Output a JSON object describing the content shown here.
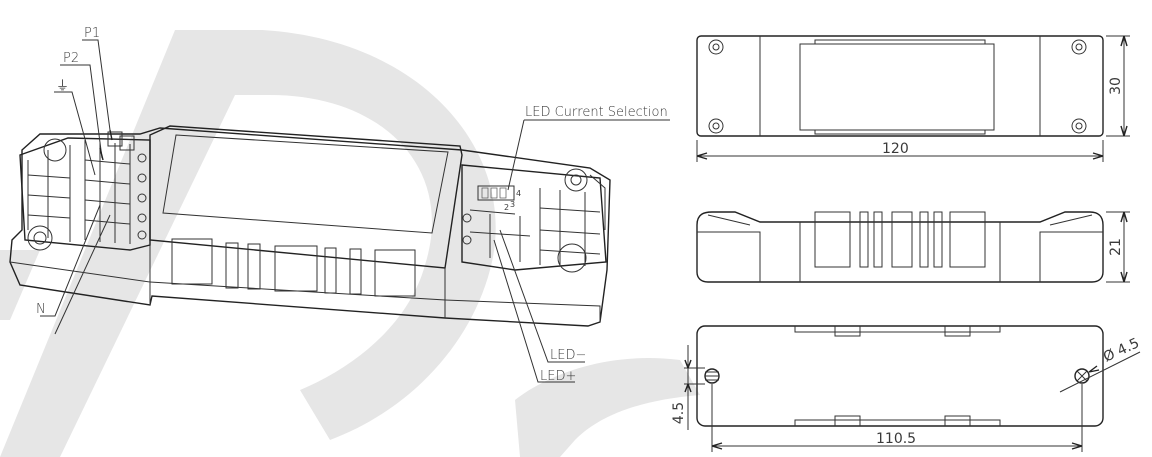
{
  "watermark_color": "#e6e6e6",
  "line_color": "#333333",
  "terminal_labels": {
    "p1": "P1",
    "p2": "P2",
    "earth": "⏚",
    "neutral": "N",
    "led_current": "LED Current Selection",
    "led_minus": "LED−",
    "led_plus": "LED+"
  },
  "dip_switch_digits": [
    "2",
    "3",
    "4"
  ],
  "dimensions": {
    "top_width": "120",
    "top_height": "30",
    "side_height": "21",
    "bottom_width": "110.5",
    "bottom_offset": "4.5",
    "hole_diameter": "Ø 4.5"
  }
}
